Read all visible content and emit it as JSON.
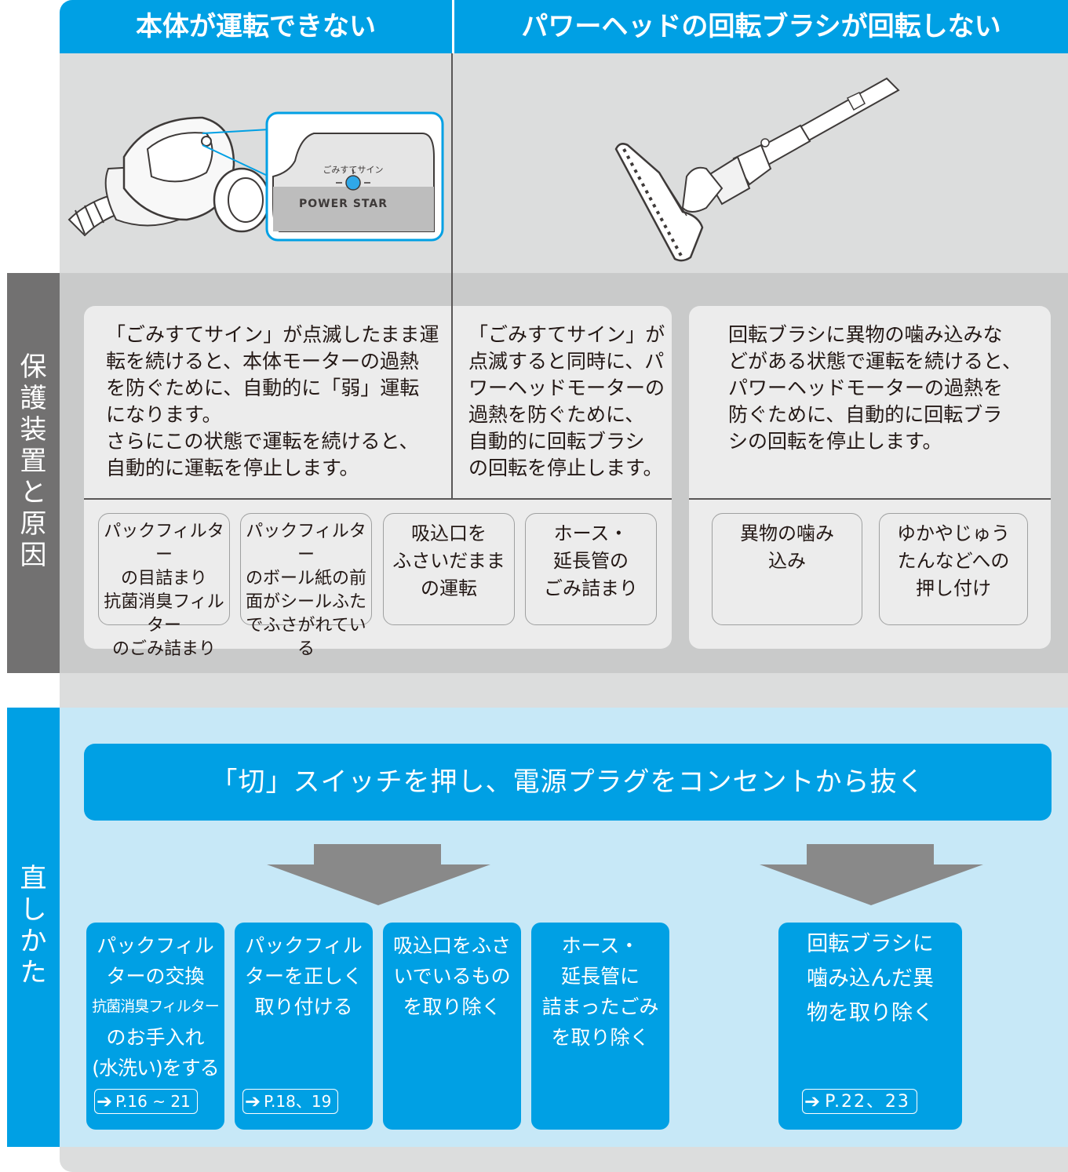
{
  "headers": {
    "left": "本体が運転できない",
    "right": "パワーヘッドの回転ブラシが回転しない"
  },
  "side_labels": {
    "causes": [
      "保",
      "護",
      "装",
      "置",
      "と",
      "原",
      "因"
    ],
    "fix": [
      "直",
      "し",
      "か",
      "た"
    ]
  },
  "illustration": {
    "indicator_label": "ごみすてサイン",
    "brand": "POWER STAR"
  },
  "causes": {
    "text_a": [
      "「ごみすてサイン」が点滅したまま運",
      "転を続けると、本体モーターの過熱",
      "を防ぐために、自動的に「弱」運転",
      "になります。",
      "さらにこの状態で運転を続けると、",
      "自動的に運転を停止します。"
    ],
    "text_b": [
      "「ごみすてサイン」が",
      "点滅すると同時に、パ",
      "ワーヘッドモーターの",
      "過熱を防ぐために、",
      "自動的に回転ブラシ",
      "の回転を停止します。"
    ],
    "text_c": [
      "回転ブラシに異物の噛み込みな",
      "どがある状態で運転を続けると、",
      "パワーヘッドモーターの過熱を",
      "防ぐために、自動的に回転ブラ",
      "シの回転を停止します。"
    ],
    "boxes_left": [
      [
        "パックフィルター",
        "の目詰まり",
        "抗菌消臭フィルター",
        "のごみ詰まり"
      ],
      [
        "パックフィルター",
        "のボール紙の前",
        "面がシールふた",
        "でふさがれている"
      ],
      [
        "吸込口を",
        "ふさいだまま",
        "の運転"
      ],
      [
        "ホース・",
        "延長管の",
        "ごみ詰まり"
      ]
    ],
    "boxes_right": [
      [
        "異物の噛み",
        "込み"
      ],
      [
        "ゆかやじゅう",
        "たんなどへの",
        "押し付け"
      ]
    ]
  },
  "fix": {
    "banner": "「切」スイッチを押し、電源プラグをコンセントから抜く",
    "boxes": [
      {
        "lines": [
          "パックフィル",
          "ターの交換",
          "抗菌消臭フィルター",
          "のお手入れ",
          "(水洗い)をする"
        ],
        "ref": "P.16 ~ 21"
      },
      {
        "lines": [
          "パックフィル",
          "ターを正しく",
          "取り付ける"
        ],
        "ref": "P.18、19"
      },
      {
        "lines": [
          "吸込口をふさ",
          "いでいるもの",
          "を取り除く"
        ],
        "ref": ""
      },
      {
        "lines": [
          "ホース・",
          "延長管に",
          "詰まったごみ",
          "を取り除く"
        ],
        "ref": ""
      },
      {
        "lines": [
          "回転ブラシに",
          "噛み込んだ異",
          "物を取り除く"
        ],
        "ref": "P.22、23"
      }
    ],
    "arrow_color": "#898989",
    "accent": "#00a0e4"
  }
}
